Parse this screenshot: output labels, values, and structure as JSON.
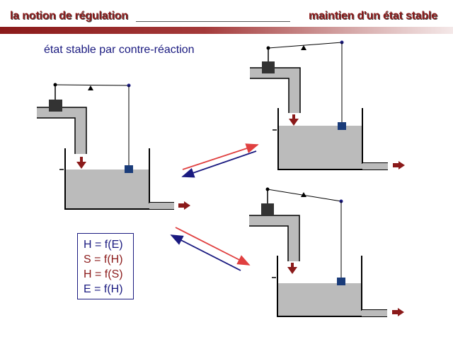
{
  "header": {
    "left_title": "la notion de régulation",
    "right_title": "maintien d'un état stable"
  },
  "subtitle": "état stable par contre-réaction",
  "equations": [
    {
      "text": "H = f(E)",
      "color": "#1a1a80"
    },
    {
      "text": "S = f(H)",
      "color": "#8b1a1a"
    },
    {
      "text": "H = f(S)",
      "color": "#8b1a1a"
    },
    {
      "text": "E = f(H)",
      "color": "#1a1a80"
    }
  ],
  "colors": {
    "accent": "#8b1a1a",
    "text_blue": "#1a1a80",
    "water": "#bbbbbb",
    "pipe": "#bbbbbb",
    "float": "#1a3c7a",
    "valve": "#333333",
    "arrow_red": "#e04040",
    "arrow_navy": "#1a1a80"
  },
  "systems": [
    {
      "id": "main",
      "level": "normal"
    },
    {
      "id": "top-right",
      "level": "high"
    },
    {
      "id": "bottom-right",
      "level": "low"
    }
  ]
}
